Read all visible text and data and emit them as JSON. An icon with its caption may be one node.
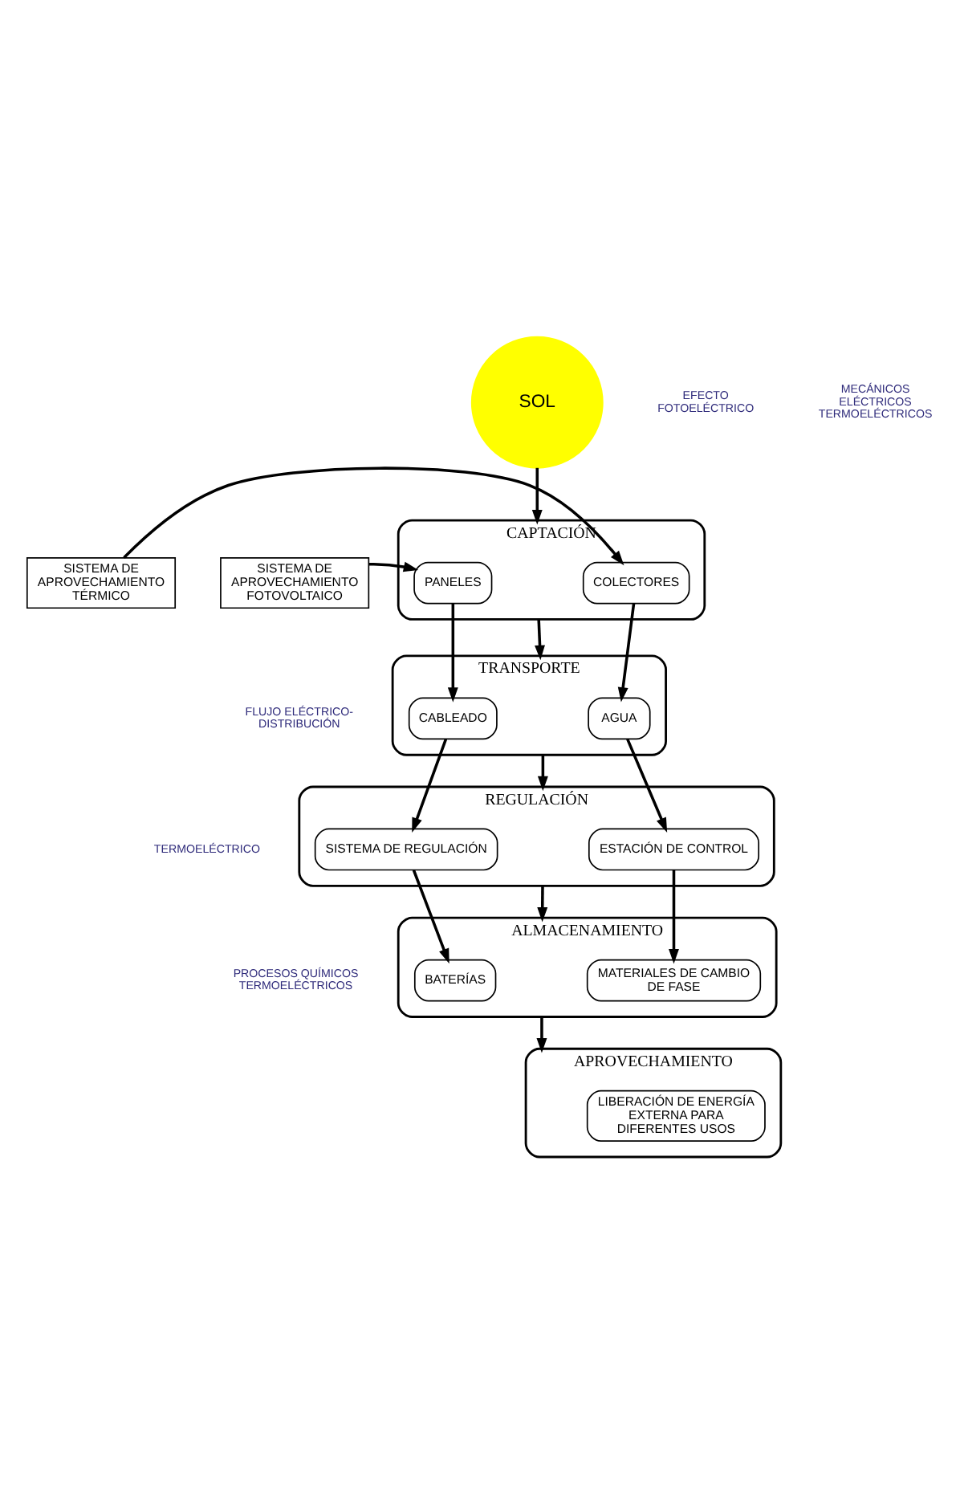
{
  "diagram": {
    "nodes": [
      {
        "text": [
          "SOL"
        ]
      },
      {
        "text": [
          "CAPTACIÓN"
        ]
      },
      {
        "text": [
          "SISTEMA DE APROVECHAMIENTO FOTOVOLTAICO"
        ]
      },
      {
        "text": [
          "PANELES"
        ],
        "in": 1
      },
      {
        "text": [
          "COLECTORES"
        ],
        "in": 1
      },
      {
        "text": [
          "SISTEMA DE APROVECHAMIENTO TÉRMICO"
        ]
      },
      {
        "text": [
          "TRANSPORTE"
        ],
        "beside": [
          "FLUJO ELÉCTRICO- DISTRIBUCIÓN"
        ]
      },
      {
        "text": [
          "CABLEADO"
        ],
        "in": 6
      },
      {
        "text": [
          "AGUA"
        ],
        "in": 6
      },
      {
        "text": [
          "REGULACIÓN"
        ],
        "beside": [
          "TERMOELÉCTRICO"
        ]
      },
      {
        "text": [
          "SISTEMA DE REGULACIÓN"
        ],
        "in": 9
      },
      {
        "text": [
          "ESTACIÓN DE CONTROL"
        ],
        "in": 9
      },
      {
        "text": [
          "ALMACENAMIENTO"
        ],
        "beside": [
          "PROCESOS QUÍMICOS TERMOELÉCTRICOS"
        ]
      },
      {
        "text": [
          "BATERÍAS"
        ],
        "in": 12
      },
      {
        "text": [
          "MATERIALES DE CAMBIO DE FASE"
        ],
        "in": 12
      },
      {
        "text": [
          "APROVECHAMIENTO"
        ]
      },
      {
        "text": [
          "LIBERACIÓN DE ENERGÍA EXTERNA PARA DIFERENTES USOS"
        ],
        "in": 15
      }
    ],
    "edges": [
      {
        "from": 0,
        "to": 1,
        "arrow": "to"
      },
      {
        "from": 2,
        "to": 3,
        "arrow": "to"
      },
      {
        "from": 5,
        "to": 4,
        "arrow": "to"
      },
      {
        "from": 1,
        "to": 6,
        "arrow": "to"
      },
      {
        "from": 3,
        "to": 7,
        "arrow": "to"
      },
      {
        "from": 4,
        "to": 8,
        "arrow": "to"
      },
      {
        "from": 6,
        "to": 9,
        "arrow": "to"
      },
      {
        "from": 7,
        "to": 10,
        "arrow": "to"
      },
      {
        "from": 8,
        "to": 11,
        "arrow": "to"
      },
      {
        "from": 9,
        "to": 12,
        "arrow": "to"
      },
      {
        "from": 10,
        "to": 13,
        "arrow": "to"
      },
      {
        "from": 11,
        "to": 14,
        "arrow": "to"
      },
      {
        "from": 12,
        "to": 15,
        "arrow": "to"
      }
    ],
    "labels": [
      "EFECTO FOTOELÉCTRICO",
      "MECÁNICOS ELÉCTRICOS TERMOELÉCTRICOS"
    ]
  }
}
